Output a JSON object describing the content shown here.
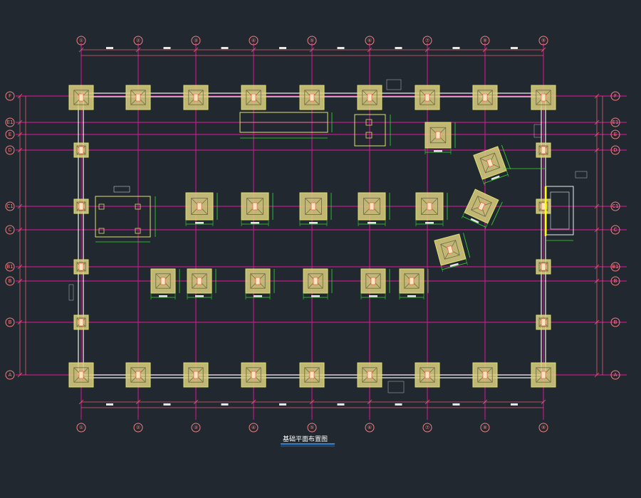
{
  "drawing": {
    "title": "基础平面布置图"
  },
  "colors": {
    "background": "#212830",
    "axis_line": "#c2188a",
    "dimension_line": "#e06070",
    "beam_line": "#f0f0f0",
    "footing_outline": "#e0e070",
    "footing_fill": "#dcd080",
    "pier": "#e8d8a0",
    "detail_green": "#33dd33",
    "highlight": "#ffff00",
    "text": "#e8e8e8"
  },
  "grid": {
    "columns": [
      "①",
      "②",
      "③",
      "④",
      "⑤",
      "⑥",
      "⑦",
      "⑧",
      "⑨"
    ],
    "rows": [
      "F",
      "E1",
      "E",
      "D",
      "C1",
      "C",
      "B1",
      "B",
      "A"
    ]
  }
}
